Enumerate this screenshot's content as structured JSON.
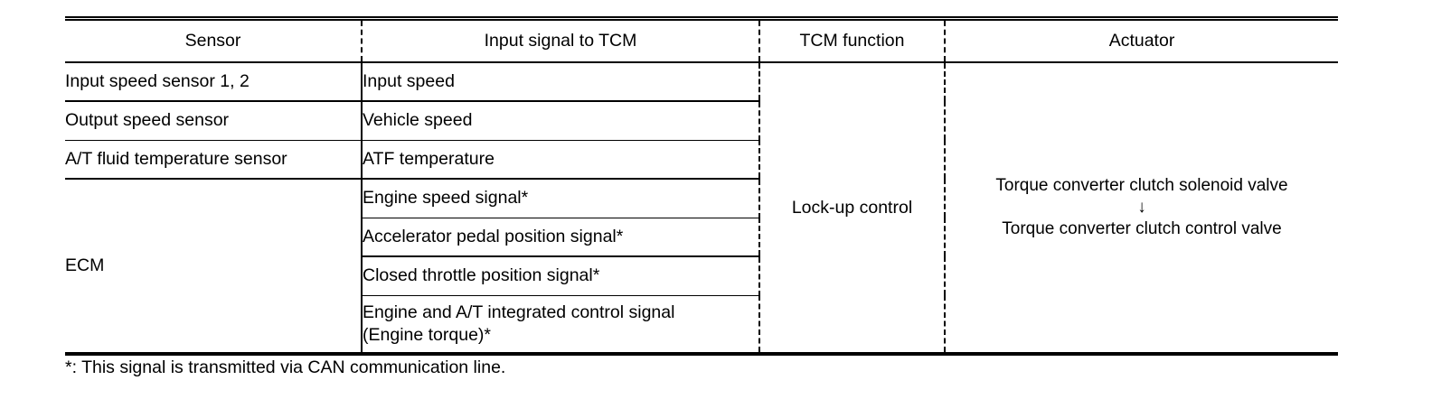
{
  "table": {
    "headers": [
      "Sensor",
      "Input signal to TCM",
      "TCM function",
      "Actuator"
    ],
    "rows": [
      {
        "sensor": "Input speed sensor 1, 2",
        "signal": "Input speed"
      },
      {
        "sensor": "Output speed sensor",
        "signal": "Vehicle speed"
      },
      {
        "sensor": "A/T fluid temperature sensor",
        "signal": "ATF temperature"
      },
      {
        "sensor": "ECM",
        "signal": "Engine speed signal*"
      },
      {
        "sensor": "",
        "signal": "Accelerator pedal position signal*"
      },
      {
        "sensor": "",
        "signal": "Closed throttle position signal*"
      },
      {
        "sensor": "",
        "signal": "Engine and A/T integrated control signal\n(Engine torque)*"
      }
    ],
    "tcm_function": "Lock-up control",
    "actuator": {
      "line1": "Torque converter clutch solenoid valve",
      "arrow": "↓",
      "line2": "Torque converter clutch control valve"
    }
  },
  "footnote": "*: This signal is transmitted via CAN communication line."
}
